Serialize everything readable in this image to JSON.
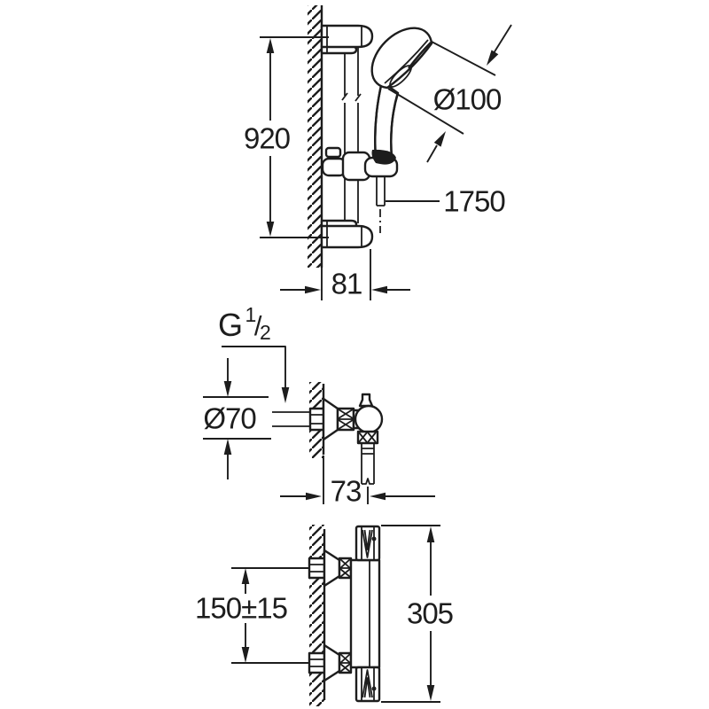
{
  "meta": {
    "ink_color": "#1d1d1d",
    "background_color": "#ffffff"
  },
  "views": {
    "shower_rail": {
      "dimensions": {
        "rail_height": "920",
        "handshower_diameter": "Ø100",
        "hose_length": "1750",
        "wall_projection": "81"
      }
    },
    "thermostat_front": {
      "thread": {
        "letter": "G",
        "numerator": "1",
        "slash": "/",
        "denominator": "2"
      },
      "dimensions": {
        "escutcheon_diameter": "Ø70",
        "wall_projection": "73"
      }
    },
    "thermostat_side": {
      "dimensions": {
        "connection_spread": "150±15",
        "overall_height": "305"
      }
    }
  }
}
